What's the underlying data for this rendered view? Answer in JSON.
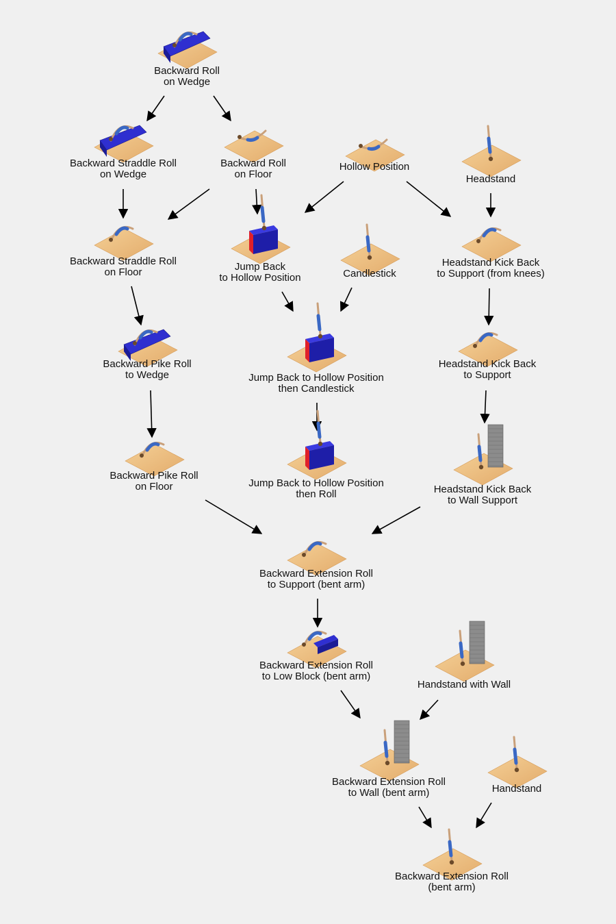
{
  "nodes": [
    {
      "id": "bwd-roll-wedge",
      "lines": [
        "Backward Roll",
        "on Wedge"
      ],
      "figure": "wedge",
      "figure_colors": {
        "mat": "#2b2bcc",
        "floor": "#e8b878"
      }
    },
    {
      "id": "bwd-straddle-wedge",
      "lines": [
        "Backward Straddle Roll",
        "on Wedge"
      ],
      "figure": "wedge"
    },
    {
      "id": "bwd-roll-floor",
      "lines": [
        "Backward Roll",
        "on Floor"
      ],
      "figure": "floor"
    },
    {
      "id": "hollow-position",
      "lines": [
        "Hollow Position"
      ],
      "figure": "floor"
    },
    {
      "id": "headstand-1",
      "lines": [
        "Headstand"
      ],
      "figure": "floor"
    },
    {
      "id": "bwd-straddle-floor",
      "lines": [
        "Backward Straddle Roll",
        "on Floor"
      ],
      "figure": "floor"
    },
    {
      "id": "jump-back-hollow",
      "lines": [
        "Jump Back",
        "to Hollow Position"
      ],
      "figure": "block"
    },
    {
      "id": "candlestick",
      "lines": [
        "Candlestick"
      ],
      "figure": "floor"
    },
    {
      "id": "headstand-kick-knees",
      "lines": [
        "Headstand Kick Back",
        "to Support (from knees)"
      ],
      "figure": "floor"
    },
    {
      "id": "bwd-pike-wedge",
      "lines": [
        "Backward Pike Roll",
        "to Wedge"
      ],
      "figure": "wedge"
    },
    {
      "id": "jump-back-candlestick",
      "lines": [
        "Jump Back to Hollow Position",
        "then Candlestick"
      ],
      "figure": "block"
    },
    {
      "id": "headstand-kick-support",
      "lines": [
        "Headstand Kick Back",
        "to Support"
      ],
      "figure": "floor"
    },
    {
      "id": "bwd-pike-floor",
      "lines": [
        "Backward Pike Roll",
        "on Floor"
      ],
      "figure": "floor"
    },
    {
      "id": "jump-back-roll",
      "lines": [
        "Jump Back to Hollow Position",
        "then Roll"
      ],
      "figure": "block"
    },
    {
      "id": "headstand-kick-wall",
      "lines": [
        "Headstand Kick Back",
        "to Wall Support"
      ],
      "figure": "wall"
    },
    {
      "id": "bwd-ext-support",
      "lines": [
        "Backward Extension Roll",
        "to Support (bent arm)"
      ],
      "figure": "floor"
    },
    {
      "id": "bwd-ext-low-block",
      "lines": [
        "Backward Extension Roll",
        "to Low Block (bent arm)"
      ],
      "figure": "lowblock"
    },
    {
      "id": "handstand-wall",
      "lines": [
        "Handstand with Wall"
      ],
      "figure": "wall"
    },
    {
      "id": "bwd-ext-wall",
      "lines": [
        "Backward Extension Roll",
        "to Wall (bent arm)"
      ],
      "figure": "wall"
    },
    {
      "id": "handstand",
      "lines": [
        "Handstand"
      ],
      "figure": "floor"
    },
    {
      "id": "bwd-ext-roll",
      "lines": [
        "Backward Extension Roll",
        "(bent arm)"
      ],
      "figure": "floor"
    }
  ],
  "edges": [
    [
      "bwd-roll-wedge",
      "bwd-straddle-wedge"
    ],
    [
      "bwd-roll-wedge",
      "bwd-roll-floor"
    ],
    [
      "bwd-straddle-wedge",
      "bwd-straddle-floor"
    ],
    [
      "bwd-roll-floor",
      "bwd-straddle-floor"
    ],
    [
      "bwd-roll-floor",
      "jump-back-hollow"
    ],
    [
      "hollow-position",
      "jump-back-hollow"
    ],
    [
      "hollow-position",
      "headstand-kick-knees"
    ],
    [
      "headstand-1",
      "headstand-kick-knees"
    ],
    [
      "bwd-straddle-floor",
      "bwd-pike-wedge"
    ],
    [
      "jump-back-hollow",
      "jump-back-candlestick"
    ],
    [
      "candlestick",
      "jump-back-candlestick"
    ],
    [
      "headstand-kick-knees",
      "headstand-kick-support"
    ],
    [
      "bwd-pike-wedge",
      "bwd-pike-floor"
    ],
    [
      "jump-back-candlestick",
      "jump-back-roll"
    ],
    [
      "headstand-kick-support",
      "headstand-kick-wall"
    ],
    [
      "bwd-pike-floor",
      "bwd-ext-support"
    ],
    [
      "headstand-kick-wall",
      "bwd-ext-support"
    ],
    [
      "bwd-ext-support",
      "bwd-ext-low-block"
    ],
    [
      "bwd-ext-low-block",
      "bwd-ext-wall"
    ],
    [
      "handstand-wall",
      "bwd-ext-wall"
    ],
    [
      "bwd-ext-wall",
      "bwd-ext-roll"
    ],
    [
      "handstand",
      "bwd-ext-roll"
    ]
  ]
}
